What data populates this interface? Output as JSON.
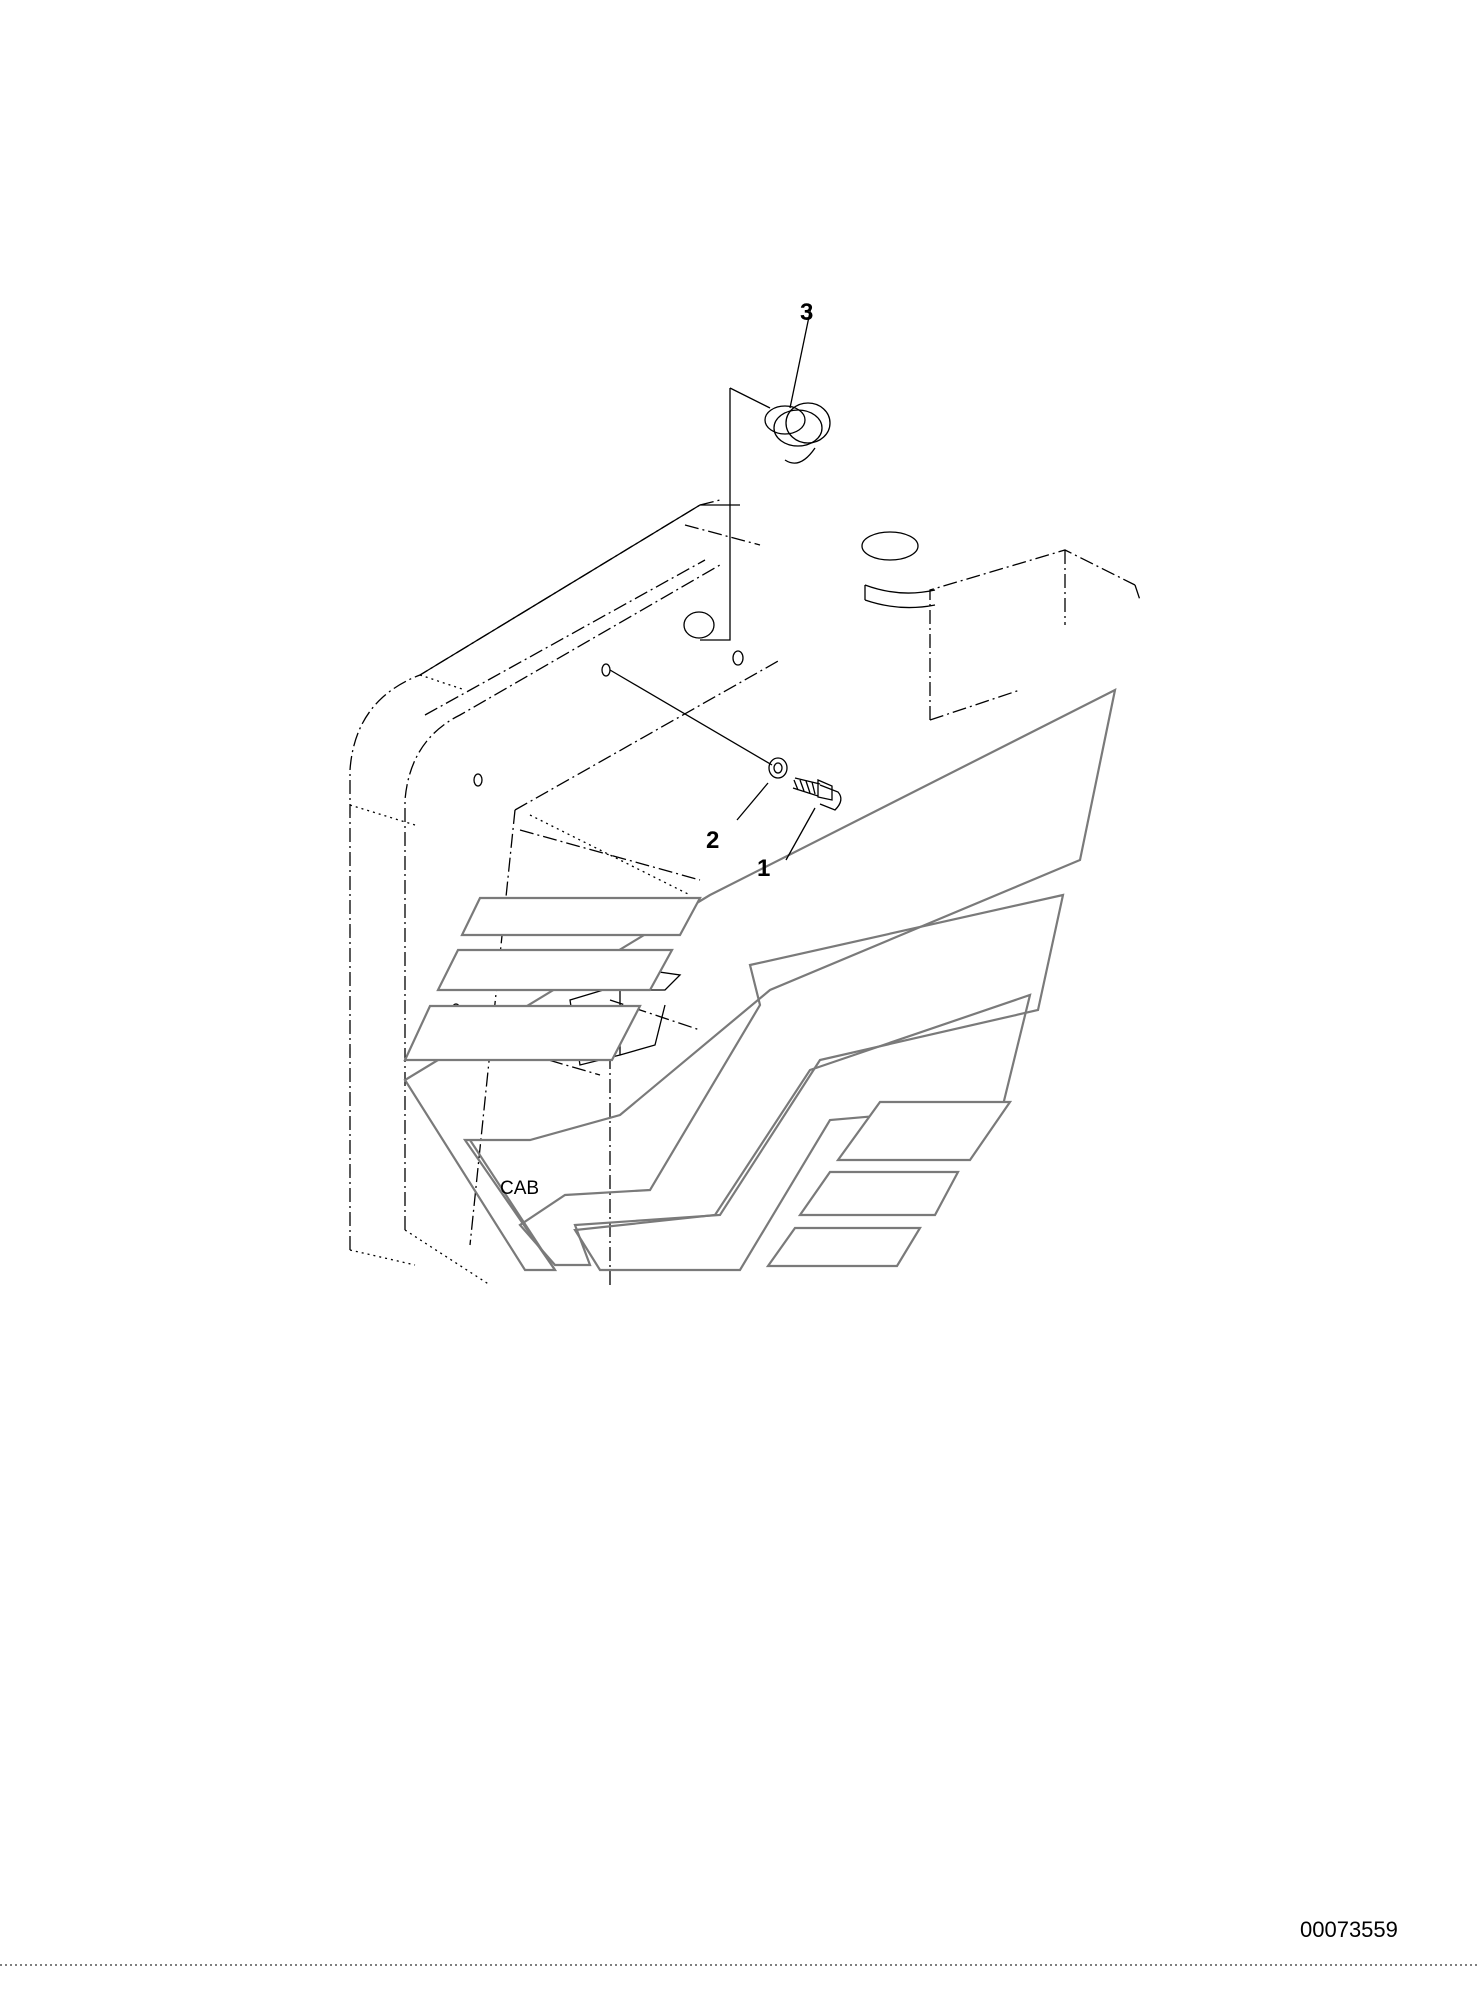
{
  "diagram": {
    "callouts": {
      "part_1": "1",
      "part_2": "2",
      "part_3": "3"
    },
    "labels": {
      "cab": "CAB"
    },
    "drawing_number": "00073559"
  }
}
